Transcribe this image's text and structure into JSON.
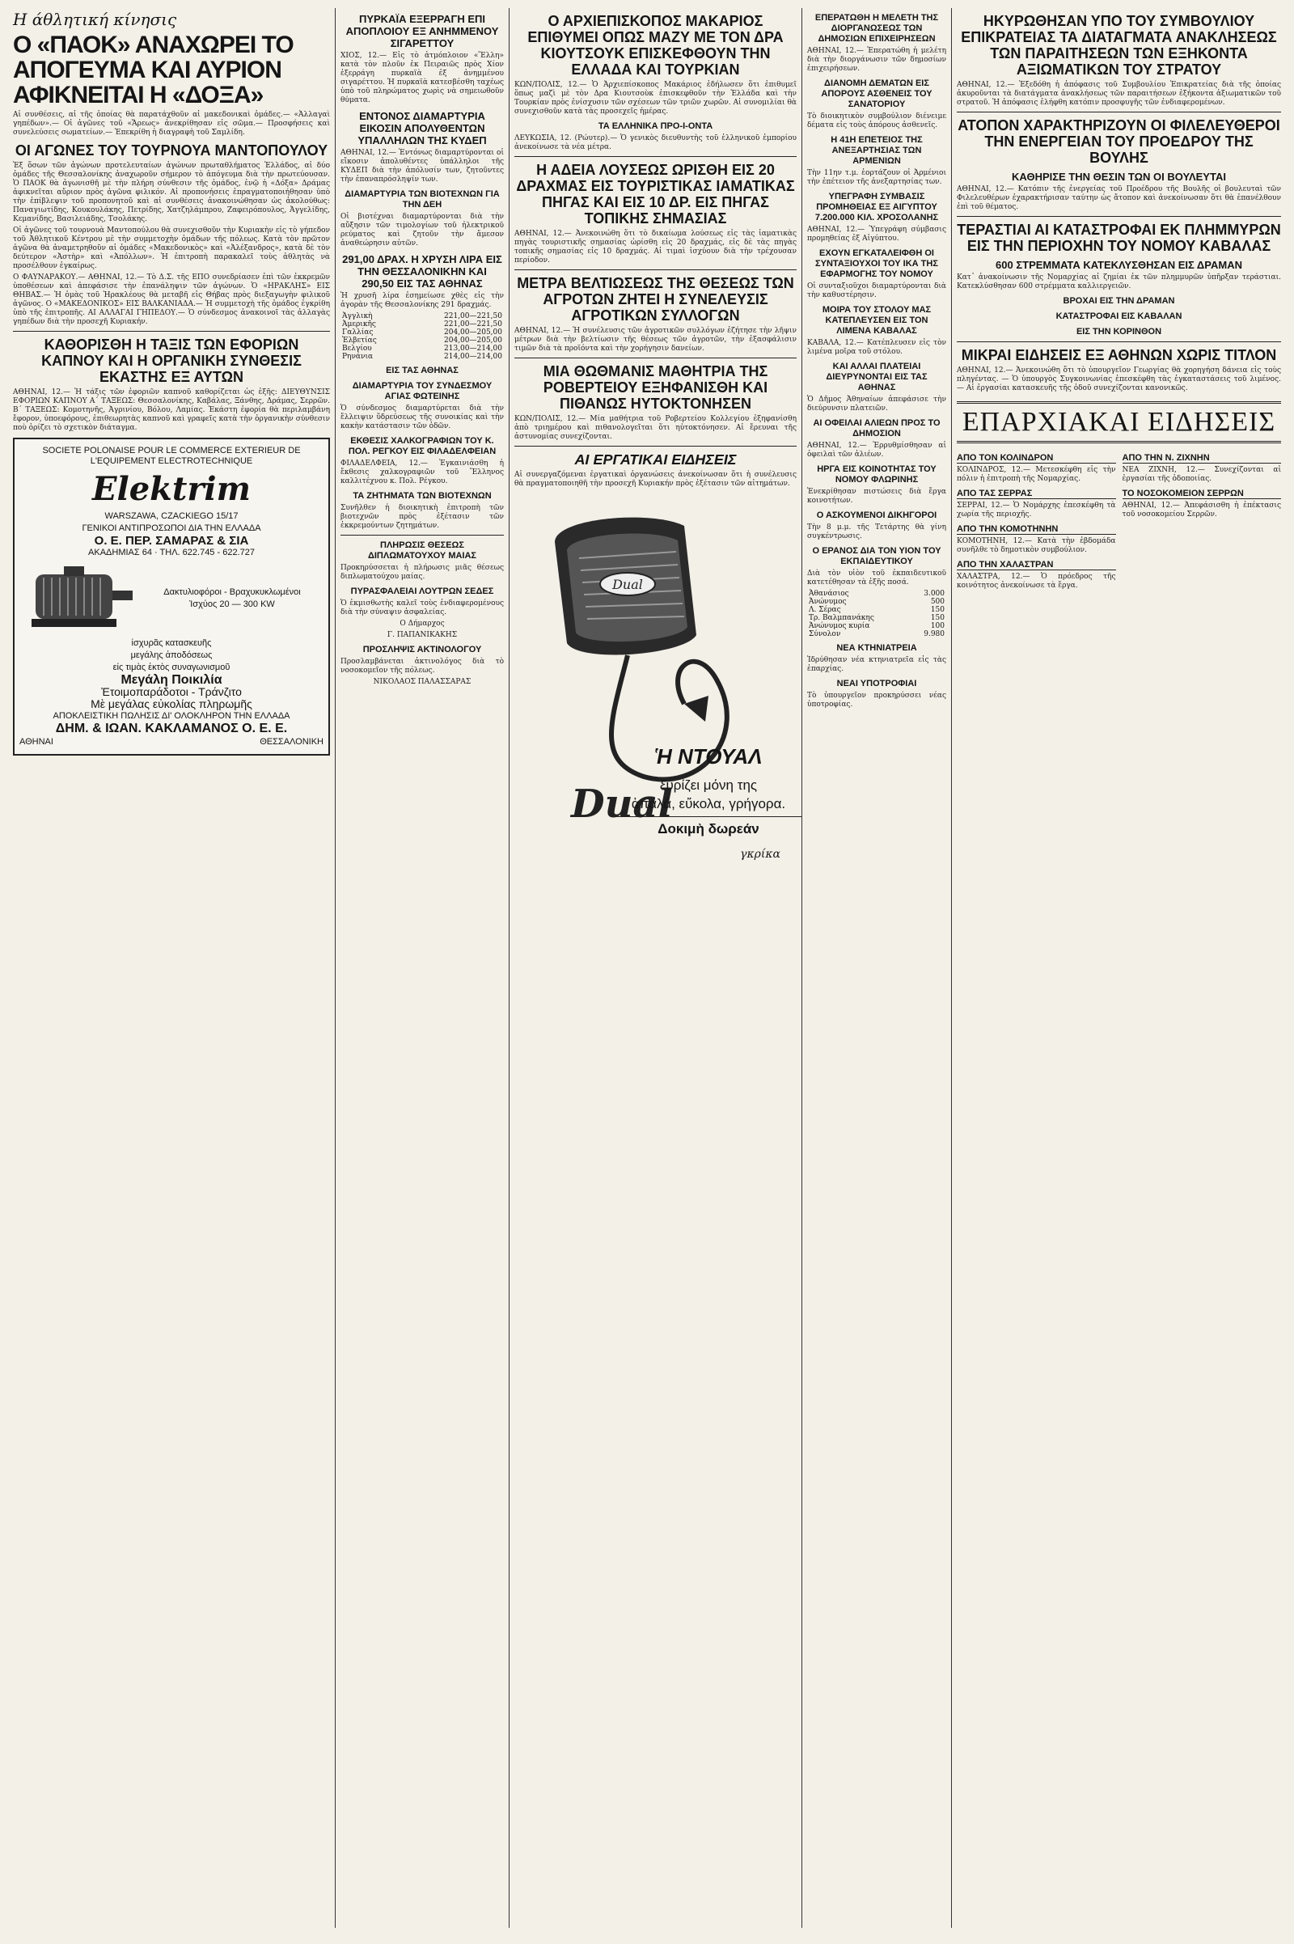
{
  "col1": {
    "kicker": "Η άθλητική κίνησις",
    "headline": "Ο «ΠΑΟΚ» ΑΝΑΧΩΡΕΙ ΤΟ ΑΠΟΓΕΥΜΑ ΚΑΙ ΑΥΡΙΟΝ ΑΦΙΚΝΕΙΤΑΙ Η «ΔΟΞΑ»",
    "lead": "Αἱ συνθέσεις, αἱ τῆς ὁποίας θὰ παρατάχθοῦν αἱ μακεδονικαὶ ὁμάδες.— «Ἀλλαγαὶ γηπέδων».— Οἱ ἀγῶνες τοῦ «Ἄρεως» ἀνεκρίθησαν εἰς σῶμα.— Προσφήσεις καὶ συνελεύσεις σωματείων.— Ἐπεκρίθη ἡ διαγραφὴ τοῦ Σαμλίδη.",
    "h2": "ΟΙ ΑΓΩΝΕΣ ΤΟΥ ΤΟΥΡΝΟΥΑ ΜΑΝΤΟΠΟΥΛΟΥ",
    "body1": "Ἐξ ὅσων τῶν ἀγώνων προτελευταίων ἀγώνων πρωταθλήματος Ἑλλάδος, αἱ δύο ὁμάδες τῆς Θεσσαλονίκης ἀναχωροῦν σήμερον τὸ ἀπόγευμα διὰ τὴν πρωτεύουσαν. Ὁ ΠΑΟΚ θὰ ἀγωνισθῆ μὲ τὴν πλήρη σύνθεσιν τῆς ὁμάδος, ἐνῷ ἡ «Δόξα» Δράμας ἀφικνεῖται αὔριον πρὸς ἀγῶνα φιλικόν. Αἱ προπονήσεις ἐπραγματοποιήθησαν ὑπὸ τὴν ἐπίβλεψιν τοῦ προπονητοῦ καὶ αἱ συνθέσεις ἀνακοινώθησαν ὡς ἀκολούθως: Παναγιωτίδης, Κουκουλάκης, Πετρίδης, Χατζηλάμπρου, Ζαφειρόπουλος, Ἀγγελίδης, Κεμανίδης, Βασιλειάδης, Τσολάκης.",
    "body2": "Οἱ ἀγῶνες τοῦ τουρνουὰ Μαντοπούλου θὰ συνεχισθοῦν τὴν Κυριακὴν εἰς τὸ γήπεδον τοῦ Ἀθλητικοῦ Κέντρου μὲ τὴν συμμετοχὴν ὁμάδων τῆς πόλεως. Κατὰ τὸν πρῶτον ἀγῶνα θὰ ἀναμετρηθοῦν αἱ ὁμάδες «Μακεδονικὸς» καὶ «Ἀλέξανδρος», κατὰ δὲ τὸν δεύτερον «Ἀστὴρ» καὶ «Ἀπόλλων». Ἡ ἐπιτροπὴ παρακαλεῖ τοὺς ἀθλητὰς νὰ προσέλθουν ἐγκαίρως.",
    "body3": "Ο ΦΑΥΝΑΡΑΚΟΥ.— ΑΘΗΝΑΙ, 12.— Τὸ Δ.Σ. τῆς ΕΠΟ συνεδρίασεν ἐπὶ τῶν ἐκκρεμῶν ὑποθέσεων καὶ ἀπεφάσισε τὴν ἐπανάληψιν τῶν ἀγώνων. Ὁ «ΗΡΑΚΛΗΣ» ΕΙΣ ΘΗΒΑΣ.— Ἡ ὁμὰς τοῦ Ἡρακλέους θὰ μεταβῆ εἰς Θήβας πρὸς διεξαγωγὴν φιλικοῦ ἀγῶνος. Ο «ΜΑΚΕΔΟΝΙΚΟΣ» ΕΙΣ ΒΑΛΚΑΝΙΑΔΑ.— Ἡ συμμετοχὴ τῆς ὁμάδος ἐγκρίθη ὑπὸ τῆς ἐπιτροπῆς. ΑΙ ΑΛΛΑΓΑΙ ΓΗΠΕΔΟΥ.— Ὁ σύνδεσμος ἀνακοινοῖ τὰς ἀλλαγὰς γηπέδων διὰ τὴν προσεχῆ Κυριακήν.",
    "h3": "ΚΑΘΟΡΙΣΘΗ Η ΤΑΞΙΣ ΤΩΝ ΕΦΟΡΙΩΝ ΚΑΠΝΟΥ ΚΑΙ Η ΟΡΓΑΝΙΚΗ ΣΥΝΘΕΣΙΣ ΕΚΑΣΤΗΣ ΕΞ ΑΥΤΩΝ",
    "body4": "ΑΘΗΝΑΙ, 12.— Ἡ τάξις τῶν ἐφοριῶν καπνοῦ καθορίζεται ὡς ἑξῆς: ΔΙΕΥΘΥΝΣΙΣ ΕΦΟΡΙΩΝ ΚΑΠΝΟΥ Α΄ ΤΑΞΕΩΣ: Θεσσαλονίκης, Καβάλας, Ξάνθης, Δράμας, Σερρῶν. Β΄ ΤΑΞΕΩΣ: Κομοτηνῆς, Ἀγρινίου, Βόλου, Λαμίας. Ἑκάστη ἐφορία θὰ περιλαμβάνη ἔφορον, ὑποεφόρους, ἐπιθεωρητὰς καπνοῦ καὶ γραφεῖς κατὰ τὴν ὀργανικὴν σύνθεσιν ποὺ ὁρίζει τὸ σχετικὸν διάταγμα.",
    "ad": {
      "company": "SOCIETE POLONAISE POUR LE COMMERCE EXTERIEUR DE L'EQUIPEMENT ELECTROTECHNIQUE",
      "brand": "Elektrim",
      "address": "WARSZAWA, CZACKIEGO 15/17",
      "agent_label": "ΓΕΝΙΚΟΙ ΑΝΤΙΠΡΟΣΩΠΟΙ ΔΙΑ ΤΗΝ ΕΛΛΑΔΑ",
      "agent": "Ο. Ε. ΠΕΡ. ΣΑΜΑΡΑΣ & ΣΙΑ",
      "agent_address": "ΑΚΑΔΗΜΙΑΣ 64 · ΤΗΛ. 622.745 - 622.727",
      "line1": "Δακτυλιοφόροι - Βραχυκυκλωμένοι",
      "line2": "Ἰσχύος 20 — 300 KW",
      "line3": "ἰσχυρᾶς κατασκευῆς",
      "line4": "μεγάλης ἀποδόσεως",
      "line5": "εἰς τιμὰς ἐκτὸς συναγωνισμοῦ",
      "line6": "Μεγάλη Ποικιλία",
      "line7": "Ἐτοιμοπαράδοτοι - Τράνζιτο",
      "line8": "Μὲ μεγάλας εὐκολίας πληρωμῆς",
      "dist_label": "ΑΠΟΚΛΕΙΣΤΙΚΗ ΠΩΛΗΣΙΣ ΔΙ' ΟΛΟΚΛΗΡΟΝ ΤΗΝ ΕΛΛΑΔΑ",
      "dist": "ΔΗΜ. & ΙΩΑΝ. ΚΑΚΛΑΜΑΝΟΣ Ο. Ε. Ε.",
      "city1": "ΑΘΗΝΑΙ",
      "city2": "ΘΕΣΣΑΛΟΝΙΚΗ"
    }
  },
  "col2": {
    "h1": "ΠΥΡΚΑΪΑ ΕΞΕΡΡΑΓΗ ΕΠΙ ΑΠΟΠΛΟΙΟΥ ΕΞ ΑΝΗΜΜΕΝΟΥ ΣΙΓΑΡΕΤΤΟΥ",
    "b1": "ΧΙΟΣ, 12.— Εἰς τὸ ἀτμόπλοιον «Ἕλλη» κατὰ τὸν πλοῦν ἐκ Πειραιῶς πρὸς Χίον ἐξερράγη πυρκαϊὰ ἐξ ἀνημμένου σιγαρέττου. Ἡ πυρκαϊὰ κατεσβέσθη ταχέως ὑπὸ τοῦ πληρώματος χωρὶς νὰ σημειωθοῦν θύματα.",
    "h2": "ΕΝΤΟΝΟΣ ΔΙΑΜΑΡΤΥΡΙΑ ΕΙΚΟΣΙΝ ΑΠΟΛΥΘΕΝΤΩΝ ΥΠΑΛΛΗΛΩΝ ΤΗΣ ΚΥΔΕΠ",
    "b2": "ΑΘΗΝΑΙ, 12.— Ἐντόνως διαμαρτύρονται οἱ εἴκοσιν ἀπολυθέντες ὑπάλληλοι τῆς ΚΥΔΕΠ διὰ τὴν ἀπόλυσίν των, ζητοῦντες τὴν ἐπαναπρόσληψίν των.",
    "h3": "ΔΙΑΜΑΡΤΥΡΙΑ ΤΩΝ ΒΙΟΤΕΧΝΩΝ ΓΙΑ ΤΗΝ ΔΕΗ",
    "b3": "Οἱ βιοτέχναι διαμαρτύρονται διὰ τὴν αὔξησιν τῶν τιμολογίων τοῦ ἠλεκτρικοῦ ρεύματος καὶ ζητοῦν τὴν ἄμεσον ἀναθεώρησιν αὐτῶν.",
    "h4": "291,00 ΔΡΑΧ. Η ΧΡΥΣΗ ΛΙΡΑ ΕΙΣ ΤΗΝ ΘΕΣΣΑΛΟΝΙΚΗΝ ΚΑΙ 290,50 ΕΙΣ ΤΑΣ ΑΘΗΝΑΣ",
    "b4": "Ἡ χρυσῆ λίρα ἐσημείωσε χθὲς εἰς τὴν ἀγορὰν τῆς Θεσσαλονίκης 291 δραχμάς.",
    "prices_label": "ΕΙΣ ΤΑΣ ΑΘΗΝΑΣ",
    "prices": [
      [
        "Ἀγγλικὴ",
        "221,00—221,50"
      ],
      [
        "Ἀμερικῆς",
        "221,00—221,50"
      ],
      [
        "Γαλλίας",
        "204,00—205,00"
      ],
      [
        "Ἑλβετίας",
        "204,00—205,00"
      ],
      [
        "Βελγίου",
        "213,00—214,00"
      ],
      [
        "Ρηνάνια",
        "214,00—214,00"
      ]
    ],
    "h5": "ΔΙΑΜΑΡΤΥΡΙΑ ΤΟΥ ΣΥΝΔΕΣΜΟΥ ΑΓΙΑΣ ΦΩΤΕΙΝΗΣ",
    "b5": "Ὁ σύνδεσμος διαμαρτύρεται διὰ τὴν ἔλλειψιν ὕδρεύσεως τῆς συνοικίας καὶ τὴν κακὴν κατάστασιν τῶν ὁδῶν.",
    "h6": "ΕΚΘΕΣΙΣ ΧΑΛΚΟΓΡΑΦΙΩΝ ΤΟΥ Κ. ΠΟΛ. ΡΕΓΚΟΥ ΕΙΣ ΦΙΛΑΔΕΛΦΕΙΑΝ",
    "b6": "ΦΙΛΑΔΕΛΦΕΙΑ, 12.— Ἐγκαινιάσθη ἡ ἔκθεσις χαλκογραφιῶν τοῦ Ἕλληνος καλλιτέχνου κ. Πολ. Ρέγκου.",
    "h7": "ΤΑ ΖΗΤΗΜΑΤΑ ΤΩΝ ΒΙΟΤΕΧΝΩΝ",
    "b7": "Συνῆλθεν ἡ διοικητικὴ ἐπιτροπὴ τῶν βιοτεχνῶν πρὸς ἐξέτασιν τῶν ἐκκρεμούντων ζητημάτων.",
    "h8": "ΠΛΗΡΩΣΙΣ ΘΕΣΕΩΣ ΔΙΠΛΩΜΑΤΟΥΧΟΥ ΜΑΙΑΣ",
    "b8": "Προκηρύσσεται ἡ πλήρωσις μιᾶς θέσεως διπλωματούχου μαίας.",
    "h9": "ΠΥΡΑΣΦΑΛΕΙΑΙ ΛΟΥΤΡΩΝ ΣΕΔΕΣ",
    "b9": "Ὁ ἐκμισθωτὴς καλεῖ τοὺς ἐνδιαφερομένους διὰ τὴν σύναψιν ἀσφαλείας.",
    "sign1": "Ο Δήμαρχος",
    "sign1_name": "Γ. ΠΑΠΑΝΙΚΑΚΗΣ",
    "h10": "ΠΡΟΣΛΗΨΙΣ ΑΚΤΙΝΟΛΟΓΟΥ",
    "b10": "Προσλαμβάνεται ἀκτινολόγος διὰ τὸ νοσοκομεῖον τῆς πόλεως.",
    "sign2_name": "ΝΙΚΟΛΑΟΣ ΠΑΛΑΣΣΑΡΑΣ"
  },
  "col3": {
    "h1": "Ο ΑΡΧΙΕΠΙΣΚΟΠΟΣ ΜΑΚΑΡΙΟΣ ΕΠΙΘΥΜΕΙ ΟΠΩΣ ΜΑΖΥ ΜΕ ΤΟΝ Δρα ΚΙΟΥΤΣΟΥΚ ΕΠΙΣΚΕΦΘΟΥΝ ΤΗΝ ΕΛΛΑΔΑ ΚΑΙ ΤΟΥΡΚΙΑΝ",
    "b1": "ΚΩΝ/ΠΟΛΙΣ, 12.— Ὁ Ἀρχιεπίσκοπος Μακάριος ἐδήλωσεν ὅτι ἐπιθυμεῖ ὅπως μαζὶ μὲ τὸν Δρα Κιουτσοὺκ ἐπισκεφθοῦν τὴν Ἑλλάδα καὶ τὴν Τουρκίαν πρὸς ἐνίσχυσιν τῶν σχέσεων τῶν τριῶν χωρῶν. Αἱ συνομιλίαι θὰ συνεχισθοῦν κατὰ τὰς προσεχεῖς ἡμέρας.",
    "sub": "ΤΑ ΕΛΛΗΝΙΚΑ ΠΡΟ-Ι-ΟΝΤΑ",
    "b1b": "ΛΕΥΚΩΣΙΑ, 12. (Ρώυτερ).— Ὁ γενικὸς διευθυντὴς τοῦ ἑλληνικοῦ ἐμπορίου ἀνεκοίνωσε τὰ νέα μέτρα.",
    "h2": "Η ΑΔΕΙΑ ΛΟΥΣΕΩΣ ΩΡΙΣΘΗ ΕΙΣ 20 ΔΡΑΧΜΑΣ ΕΙΣ ΤΟΥΡΙΣΤΙΚΑΣ ΙΑΜΑΤΙΚΑΣ ΠΗΓΑΣ ΚΑΙ ΕΙΣ 10 ΔΡ. ΕΙΣ ΠΗΓΑΣ ΤΟΠΙΚΗΣ ΣΗΜΑΣΙΑΣ",
    "b2": "ΑΘΗΝΑΙ, 12.— Ἀνεκοινώθη ὅτι τὸ δικαίωμα λούσεως εἰς τὰς ἰαματικὰς πηγὰς τουριστικῆς σημασίας ὡρίσθη εἰς 20 δραχμάς, εἰς δὲ τὰς πηγὰς τοπικῆς σημασίας εἰς 10 δραχμάς. Αἱ τιμαὶ ἰσχύουν διὰ τὴν τρέχουσαν περίοδον.",
    "h3": "ΜΕΤΡΑ ΒΕΛΤΙΩΣΕΩΣ ΤΗΣ ΘΕΣΕΩΣ ΤΩΝ ΑΓΡΟΤΩΝ ΖΗΤΕΙ Η ΣΥΝΕΛΕΥΣΙΣ ΑΓΡΟΤΙΚΩΝ ΣΥΛΛΟΓΩΝ",
    "b3": "ΑΘΗΝΑΙ, 12.— Ἡ συνέλευσις τῶν ἀγροτικῶν συλλόγων ἐζήτησε τὴν λῆψιν μέτρων διὰ τὴν βελτίωσιν τῆς θέσεως τῶν ἀγροτῶν, τὴν ἐξασφάλισιν τιμῶν διὰ τὰ προϊόντα καὶ τὴν χορήγησιν δανείων.",
    "h4": "ΜΙΑ ΘΩΘΜΑΝΙΣ ΜΑΘΗΤΡΙΑ ΤΗΣ ΡΟΒΕΡΤΕΙΟΥ ΕΞΗΦΑΝΙΣΘΗ ΚΑΙ ΠΙΘΑΝΩΣ ΗΥΤΟΚΤΟΝΗΣΕΝ",
    "b4": "ΚΩΝ/ΠΟΛΙΣ, 12.— Μία μαθήτρια τοῦ Ροβερτείου Κολλεγίου ἐξηφανίσθη ἀπὸ τριημέρου καὶ πιθανολογεῖται ὅτι ηὐτοκτόνησεν. Αἱ ἔρευναι τῆς ἀστυνομίας συνεχίζονται.",
    "h5": "ΑΙ ΕΡΓΑΤΙΚΑΙ ΕΙΔΗΣΕΙΣ",
    "b5": "Αἱ συνεργαζόμεναι ἐργατικαὶ ὀργανώσεις ἀνεκοίνωσαν ὅτι ἡ συνέλευσις θὰ πραγματοποιηθῆ τὴν προσεχῆ Κυριακήν πρὸς ἐξέτασιν τῶν αἰτημάτων.",
    "ad": {
      "title": "Ἡ ΝΤΟΥΑΛ",
      "line1": "ξυρίζει μόνη της",
      "line2": "ἁπαλά, εὔκολα, γρήγορα.",
      "line3": "Δοκιμὴ δωρεάν",
      "device_label": "Dual",
      "brand_script": "Dual",
      "signature": "γκρίκα"
    }
  },
  "col4": {
    "h1": "ΕΠΕΡΑΤΩΘΗ Η ΜΕΛΕΤΗ ΤΗΣ ΔΙΟΡΓΑΝΩΣΕΩΣ ΤΩΝ ΔΗΜΟΣΙΩΝ ΕΠΙΧΕΙΡΗΣΕΩΝ",
    "b1": "ΑΘΗΝΑΙ, 12.— Ἐπερατώθη ἡ μελέτη διὰ τὴν διοργάνωσιν τῶν δημοσίων ἐπιχειρήσεων.",
    "h2": "ΔΙΑΝΟΜΗ ΔΕΜΑΤΩΝ ΕΙΣ ΑΠΟΡΟΥΣ ΑΣΘΕΝΕΙΣ ΤΟΥ ΣΑΝΑΤΟΡΙΟΥ",
    "b2": "Τὸ διοικητικὸν συμβούλιον διένειμε δέματα εἰς τοὺς ἀπόρους ἀσθενεῖς.",
    "h3": "Η 41Η ΕΠΕΤΕΙΟΣ ΤΗΣ ΑΝΕΞΑΡΤΗΣΙΑΣ ΤΩΝ ΑΡΜΕΝΙΩΝ",
    "b3": "Τὴν 11ην τ.μ. ἑορτάζουν οἱ Ἀρμένιοι τὴν ἐπέτειον τῆς ἀνεξαρτησίας των.",
    "h4": "ΥΠΕΓΡΑΦΗ ΣΥΜΒΑΣΙΣ ΠΡΟΜΗΘΕΙΑΣ ΕΞ ΑΙΓΥΠΤΟΥ 7.200.000 ΚΙΛ. ΧΡΟΣΟΛΑΝΗΣ",
    "b4": "ΑΘΗΝΑΙ, 12.— Ὑπεγράφη σύμβασις προμηθείας ἐξ Αἰγύπτου.",
    "h5": "ΕΧΟΥΝ ΕΓΚΑΤΑΛΕΙΦΘΗ ΟΙ ΣΥΝΤΑΞΙΟΥΧΟΙ ΤΟΥ ΙΚΑ ΤΗΣ ΕΦΑΡΜΟΓΗΣ ΤΟΥ ΝΟΜΟΥ",
    "b5": "Οἱ συνταξιοῦχοι διαμαρτύρονται διὰ τὴν καθυστέρησιν.",
    "h6": "ΜΟΙΡΑ ΤΟΥ ΣΤΟΛΟΥ ΜΑΣ ΚΑΤΕΠΛΕΥΣΕΝ ΕΙΣ ΤΟΝ ΛΙΜΕΝΑ ΚΑΒΑΛΑΣ",
    "b6": "ΚΑΒΑΛΑ, 12.— Κατέπλευσεν εἰς τὸν λιμένα μοῖρα τοῦ στόλου.",
    "h7": "ΚΑΙ ΑΛΛΑΙ ΠΛΑΤΕΙΑΙ ΔΙΕΥΡΥΝΟΝΤΑΙ ΕΙΣ ΤΑΣ ΑΘΗΝΑΣ",
    "b7": "Ὁ Δῆμος Ἀθηναίων ἀπεφάσισε τὴν διεύρυνσιν πλατειῶν.",
    "h8": "ΑΙ ΟΦΕΙΛΑΙ ΑΛΙΕΩΝ ΠΡΟΣ ΤΟ ΔΗΜΟΣΙΟΝ",
    "b8": "ΑΘΗΝΑΙ, 12.— Ἐρρυθμίσθησαν αἱ ὀφειλαὶ τῶν ἁλιέων.",
    "h9": "ΗΡΓΑ ΕΙΣ ΚΟΙΝΟΤΗΤΑΣ ΤΟΥ ΝΟΜΟΥ ΦΛΩΡΙΝΗΣ",
    "b9": "Ἐνεκρίθησαν πιστώσεις διὰ ἔργα κοινοτήτων.",
    "h10": "Ο ΑΣΚΟΥΜΕΝΟΙ ΔΙΚΗΓΟΡΟΙ",
    "b10": "Τὴν 8 μ.μ. τῆς Τετάρτης θὰ γίνη συγκέντρωσις.",
    "h11": "Ο ΕΡΑΝΟΣ ΔΙΑ ΤΟΝ ΥΙΟΝ ΤΟΥ ΕΚΠΑΙΔΕΥΤΙΚΟΥ",
    "b11": "Διὰ τὸν υἱὸν τοῦ ἐκπαιδευτικοῦ κατετέθησαν τὰ ἑξῆς ποσά.",
    "donations": [
      [
        "Ἀθανάσιος",
        "3.000"
      ],
      [
        "Ἀνώνυμος",
        "500"
      ],
      [
        "Λ. Σέρας",
        "150"
      ],
      [
        "Τρ. Βαλμπανάκης",
        "150"
      ],
      [
        "Ἀνώνυμος κυρία",
        "100"
      ]
    ],
    "total_label": "Σύνολον",
    "total": "9.980",
    "h12": "ΝΕΑ ΚΤΗΝΙΑΤΡΕΙΑ",
    "b12": "Ἱδρύθησαν νέα κτηνιατρεῖα εἰς τὰς ἐπαρχίας.",
    "h13": "ΝΕΑΙ ΥΠΟΤΡΟΦΙΑΙ",
    "b13": "Τὸ ὑπουργεῖον προκηρύσσει νέας ὑποτροφίας."
  },
  "col5": {
    "h1": "ΗΚΥΡΩΘΗΣΑΝ ΥΠΟ ΤΟΥ ΣΥΜΒΟΥΛΙΟΥ ΕΠΙΚΡΑΤΕΙΑΣ ΤΑ ΔΙΑΤΑΓΜΑΤΑ ΑΝΑΚΛΗΣΕΩΣ ΤΩΝ ΠΑΡΑΙΤΗΣΕΩΝ ΤΩΝ ΕΞΗΚΟΝΤΑ ΑΞΙΩΜΑΤΙΚΩΝ ΤΟΥ ΣΤΡΑΤΟΥ",
    "b1": "ΑΘΗΝΑΙ, 12.— Ἐξεδόθη ἡ ἀπόφασις τοῦ Συμβουλίου Ἐπικρατείας διὰ τῆς ὁποίας ἀκυροῦνται τὰ διατάγματα ἀνακλήσεως τῶν παραιτήσεων ἑξήκοντα ἀξιωματικῶν τοῦ στρατοῦ. Ἡ ἀπόφασις ἐλήφθη κατόπιν προσφυγῆς τῶν ἐνδιαφερομένων.",
    "h2": "ΑΤΟΠΟΝ ΧΑΡΑΚΤΗΡΙΖΟΥΝ ΟΙ ΦΙΛΕΛΕΥΘΕΡΟΙ ΤΗΝ ΕΝΕΡΓΕΙΑΝ ΤΟΥ ΠΡΟΕΔΡΟΥ ΤΗΣ ΒΟΥΛΗΣ",
    "h3": "ΚΑΘΗΡΙΣΕ ΤΗΝ ΘΕΣΙΝ ΤΩΝ ΟΙ ΒΟΥΛΕΥΤΑΙ",
    "b3": "ΑΘΗΝΑΙ, 12.— Κατόπιν τῆς ἐνεργείας τοῦ Προέδρου τῆς Βουλῆς οἱ βουλευταὶ τῶν Φιλελευθέρων ἐχαρακτήρισαν ταύτην ὡς ἄτοπον καὶ ἀνεκοίνωσαν ὅτι θὰ ἐπανέλθουν ἐπὶ τοῦ θέματος.",
    "h4": "ΤΕΡΑΣΤΙΑΙ ΑΙ ΚΑΤΑΣΤΡΟΦΑΙ ΕΚ ΠΛΗΜΜΥΡΩΝ ΕΙΣ ΤΗΝ ΠΕΡΙΟΧΗΝ ΤΟΥ ΝΟΜΟΥ ΚΑΒΑΛΑΣ",
    "h5": "600 ΣΤΡΕΜΜΑΤΑ ΚΑΤΕΚΛΥΣΘΗΣΑΝ ΕΙΣ ΔΡΑΜΑΝ",
    "b5": "Κατ᾽ ἀνακοίνωσιν τῆς Νομαρχίας αἱ ζημίαι ἐκ τῶν πλημμυρῶν ὑπῆρξαν τεράστιαι. Κατεκλύσθησαν 600 στρέμματα καλλιεργειῶν.",
    "sub1": "ΒΡΟΧΑΙ ΕΙΣ ΤΗΝ ΔΡΑΜΑΝ",
    "sub2": "ΚΑΤΑΣΤΡΟΦΑΙ ΕΙΣ ΚΑΒΑΛΑΝ",
    "sub3": "ΕΙΣ ΤΗΝ ΚΟΡΙΝΘΟΝ",
    "h6": "ΜΙΚΡΑΙ ΕΙΔΗΣΕΙΣ ΕΞ ΑΘΗΝΩΝ ΧΩΡΙΣ ΤΙΤΛΟΝ",
    "b6": "ΑΘΗΝΑΙ, 12.— Ἀνεκοινώθη ὅτι τὸ ὑπουργεῖον Γεωργίας θὰ χορηγήση δάνεια εἰς τοὺς πληγέντας. — Ὁ ὑπουργὸς Συγκοινωνίας ἐπεσκέφθη τὰς ἐγκαταστάσεις τοῦ λιμένος. — Αἱ ἐργασίαι κατασκευῆς τῆς ὁδοῦ συνεχίζονται κανονικῶς.",
    "prov": "ΕΠΑΡΧΙΑΚΑΙ ΕΙΔΗΣΕΙΣ",
    "p1": "ΑΠΟ ΤΟΝ ΚΟΛΙΝΔΡΟΝ",
    "p1b": "ΚΟΛΙΝΔΡΟΣ, 12.— Μετεσκέφθη εἰς τὴν πόλιν ἡ ἐπιτροπὴ τῆς Νομαρχίας.",
    "p2": "ΑΠΟ ΤΑΣ ΣΕΡΡΑΣ",
    "p2b": "ΣΕΡΡΑΙ, 12.— Ὁ Νομάρχης ἐπεσκέφθη τὰ χωρία τῆς περιοχῆς.",
    "p3": "ΑΠΟ ΤΗΝ ΚΟΜΟΤΗΝΗΝ",
    "p3b": "ΚΟΜΟΤΗΝΗ, 12.— Κατὰ τὴν ἐβδομάδα συνῆλθε τὸ δημοτικὸν συμβούλιον.",
    "p4": "ΑΠΟ ΤΗΝ ΧΑΛΑΣΤΡΑΝ",
    "p4b": "ΧΑΛΑΣΤΡΑ, 12.— Ὁ πρόεδρος τῆς κοινότητος ἀνεκοίνωσε τὰ ἔργα.",
    "p5": "ΑΠΟ ΤΗΝ Ν. ΖΙΧΝΗΝ",
    "p5b": "ΝΕΑ ΖΙΧΝΗ, 12.— Συνεχίζονται αἱ ἐργασίαι τῆς ὁδοποιίας.",
    "p6": "ΤΟ ΝΟΣΟΚΟΜΕΙΟΝ ΣΕΡΡΩΝ",
    "p6b": "ΑΘΗΝΑΙ, 12.— Ἀπεφάσισθη ἡ ἐπέκτασις τοῦ νοσοκομείου Σερρῶν."
  }
}
